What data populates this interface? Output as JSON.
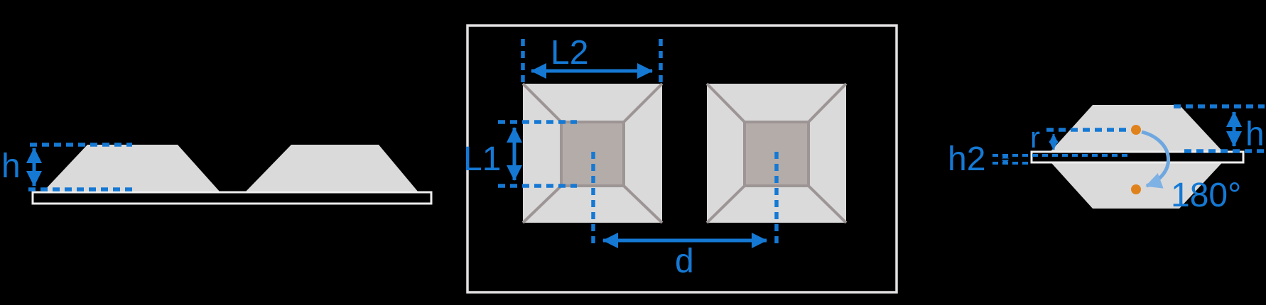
{
  "figure": {
    "side_view": {
      "height_label": "h"
    },
    "top_view": {
      "outer_width_label": "L2",
      "inner_width_label": "L1",
      "spacing_label": "d"
    },
    "flipped_view": {
      "substrate_thickness_label": "h2",
      "gap_label": "r",
      "height_label": "h",
      "rotation_label": "180°"
    },
    "colors": {
      "background": "#000000",
      "dimension_blue": "#1579d4",
      "rotation_arc_blue": "#6ea7e0",
      "structure_gray": "#dadada",
      "inner_plateau_gray": "#b4aca8",
      "edge_line_gray": "#9d9595",
      "substrate_outline": "#ededed",
      "panel_border": "#e3e1e1",
      "pivot_dot_orange": "#e0821c"
    }
  }
}
